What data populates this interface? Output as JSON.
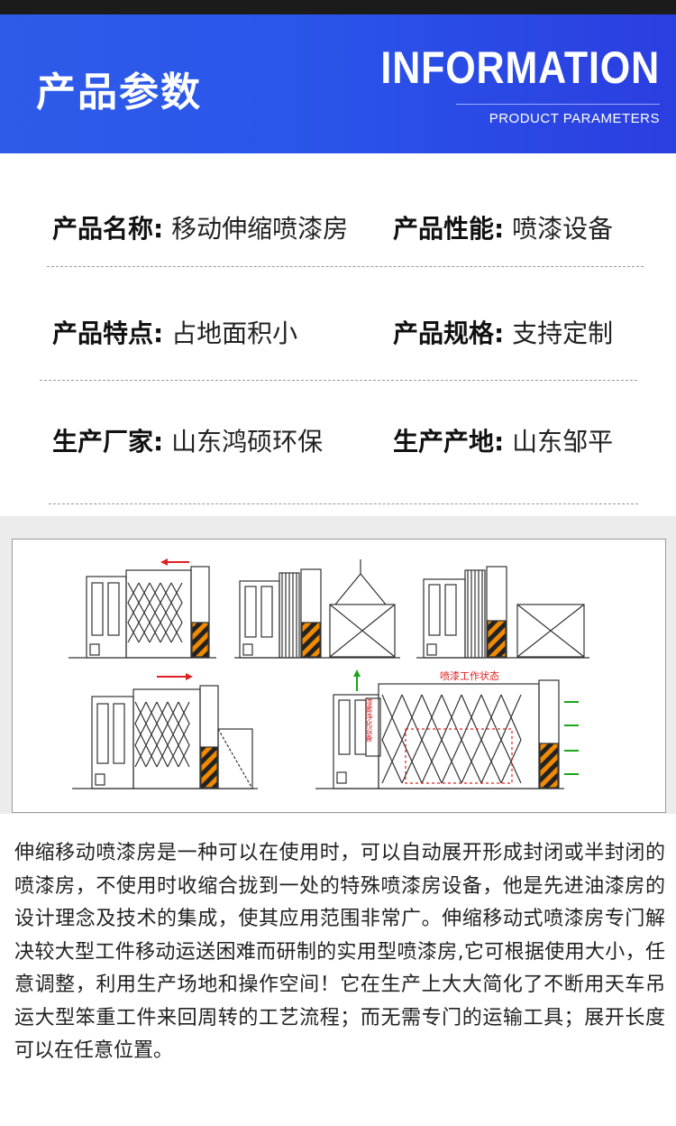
{
  "header": {
    "title": "产品参数",
    "title_en": "INFORMATION",
    "subtitle_en": "PRODUCT PARAMETERS"
  },
  "params": [
    {
      "left_label": "产品名称:",
      "left_value": "移动伸缩喷漆房",
      "right_label": "产品性能:",
      "right_value": "喷漆设备"
    },
    {
      "left_label": "产品特点:",
      "left_value": "占地面积小",
      "right_label": "产品规格:",
      "right_value": "支持定制"
    },
    {
      "left_label": "生产厂家:",
      "left_value": "山东鸿硕环保",
      "right_label": "生产产地:",
      "right_value": "山东邹平"
    }
  ],
  "diagram": {
    "work_state_label": "喷漆工作状态",
    "purify_label": "漆雾净化设备"
  },
  "description": "伸缩移动喷漆房是一种可以在使用时，可以自动展开形成封闭或半封闭的喷漆房，不使用时收缩合拢到一处的特殊喷漆房设备，他是先进油漆房的设计理念及技术的集成，使其应用范围非常广。伸缩移动式喷漆房专门解决较大型工件移动运送困难而研制的实用型喷漆房,它可根据使用大小，任意调整，利用生产场地和操作空间！它在生产上大大简化了不断用天车吊运大型笨重工件来回周转的工艺流程；而无需专门的运输工具；展开长度可以在任意位置。",
  "colors": {
    "header_blue": "#2a57ea",
    "arrow_red": "#e02020",
    "arrow_green": "#1aa51a",
    "hazard_orange": "#f08a00"
  }
}
